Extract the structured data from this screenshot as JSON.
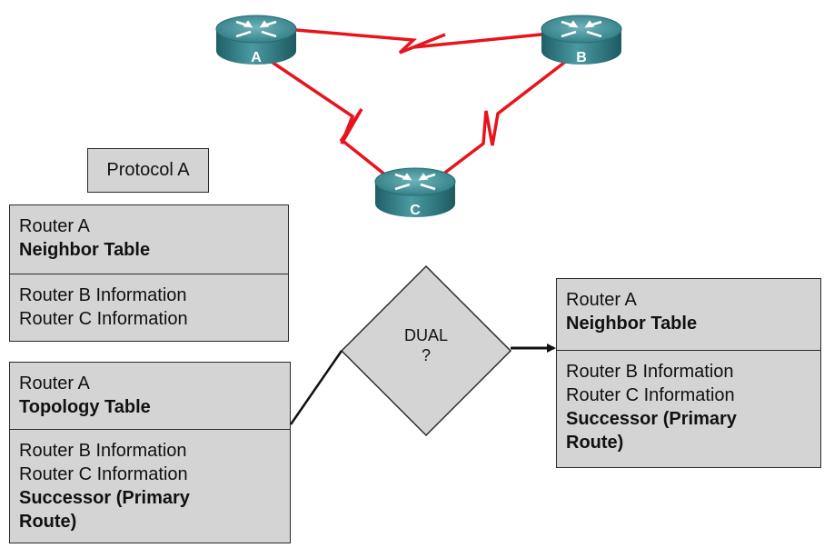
{
  "routers": [
    {
      "id": "router-a",
      "label": "A"
    },
    {
      "id": "router-b",
      "label": "B"
    },
    {
      "id": "router-c",
      "label": "C"
    }
  ],
  "protocol_label": "Protocol A",
  "neighbor_table_left": {
    "title": "Router A",
    "subtitle": "Neighbor Table",
    "lines": [
      "Router B Information",
      "Router C Information"
    ]
  },
  "topology_table": {
    "title": "Router A",
    "subtitle": "Topology Table",
    "lines": [
      "Router B Information",
      "Router C Information"
    ],
    "successor": [
      "Successor (Primary",
      "Route)"
    ]
  },
  "dual": {
    "label": "DUAL",
    "symbol": "?"
  },
  "neighbor_table_right": {
    "title": "Router A",
    "subtitle": "Neighbor Table",
    "lines": [
      "Router B Information",
      "Router C Information"
    ],
    "successor": [
      "Successor (Primary",
      "Route)"
    ]
  },
  "colors": {
    "serial_link": "#e8141c",
    "box_fill": "#d4d4d4",
    "router_body": "#3f8f97"
  }
}
